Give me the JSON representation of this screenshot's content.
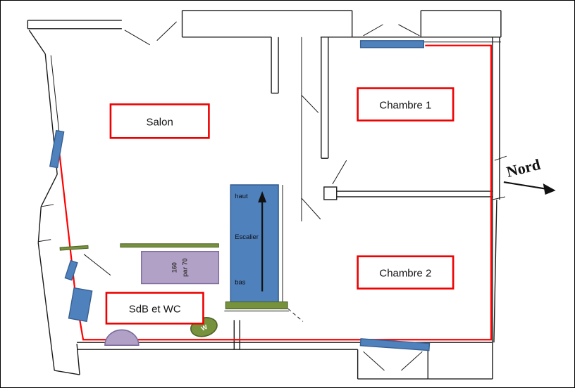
{
  "diagram": {
    "type": "floor-plan",
    "description": "Apartment floor plan with red route tracing walls"
  },
  "rooms": {
    "salon": "Salon",
    "chambre1": "Chambre 1",
    "chambre2": "Chambre 2",
    "sdb_wc": "SdB et WC"
  },
  "stairs": {
    "top_label": "haut",
    "name_label": "Escalier",
    "bottom_label": "bas"
  },
  "table": {
    "dim_line1": "160",
    "dim_line2": "par 70"
  },
  "wc_seat_label": "W",
  "compass_label": "Nord",
  "colors": {
    "wall": "#1a1a1a",
    "route": "#ff0000",
    "label_border": "#ee0000",
    "window_fill": "#4f81bd",
    "window_stroke": "#365f91",
    "wood_fill": "#76923c",
    "wood_stroke": "#4f6228",
    "furniture_fill": "#b2a1c7",
    "furniture_stroke": "#7c6a9c",
    "arrow": "#111111"
  }
}
